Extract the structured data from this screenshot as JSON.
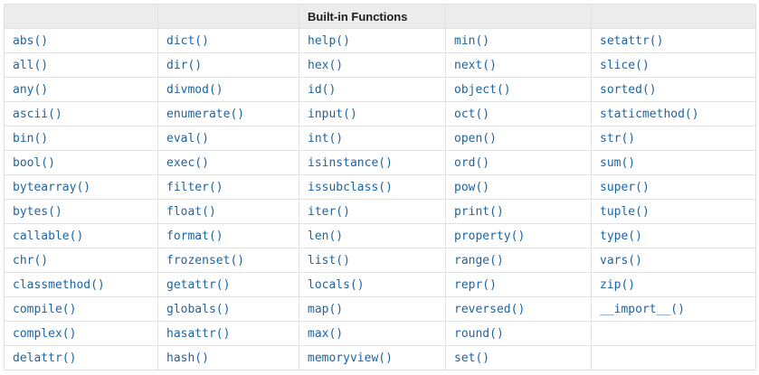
{
  "table": {
    "title": "Built-in Functions",
    "header_bg": "#ececec",
    "border_color": "#e1e1e1",
    "link_color": "#1b64a7",
    "columns": 5,
    "rows": [
      [
        "abs()",
        "dict()",
        "help()",
        "min()",
        "setattr()"
      ],
      [
        "all()",
        "dir()",
        "hex()",
        "next()",
        "slice()"
      ],
      [
        "any()",
        "divmod()",
        "id()",
        "object()",
        "sorted()"
      ],
      [
        "ascii()",
        "enumerate()",
        "input()",
        "oct()",
        "staticmethod()"
      ],
      [
        "bin()",
        "eval()",
        "int()",
        "open()",
        "str()"
      ],
      [
        "bool()",
        "exec()",
        "isinstance()",
        "ord()",
        "sum()"
      ],
      [
        "bytearray()",
        "filter()",
        "issubclass()",
        "pow()",
        "super()"
      ],
      [
        "bytes()",
        "float()",
        "iter()",
        "print()",
        "tuple()"
      ],
      [
        "callable()",
        "format()",
        "len()",
        "property()",
        "type()"
      ],
      [
        "chr()",
        "frozenset()",
        "list()",
        "range()",
        "vars()"
      ],
      [
        "classmethod()",
        "getattr()",
        "locals()",
        "repr()",
        "zip()"
      ],
      [
        "compile()",
        "globals()",
        "map()",
        "reversed()",
        "__import__()"
      ],
      [
        "complex()",
        "hasattr()",
        "max()",
        "round()",
        ""
      ],
      [
        "delattr()",
        "hash()",
        "memoryview()",
        "set()",
        ""
      ]
    ]
  }
}
